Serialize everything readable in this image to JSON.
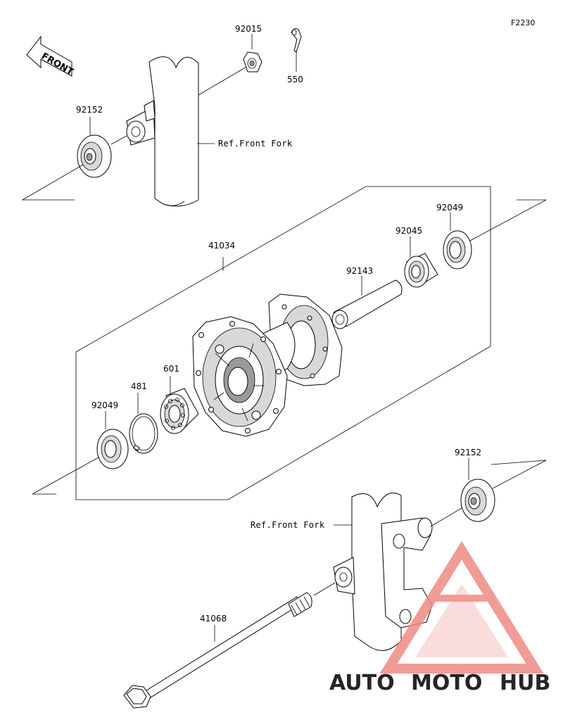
{
  "diagram": {
    "code": "F2230",
    "front_label": "FRONT",
    "parts": [
      {
        "id": "92015",
        "label": "92015"
      },
      {
        "id": "550",
        "label": "550"
      },
      {
        "id": "92152_top",
        "label": "92152"
      },
      {
        "id": "41034",
        "label": "41034"
      },
      {
        "id": "92049_top",
        "label": "92049"
      },
      {
        "id": "92045",
        "label": "92045"
      },
      {
        "id": "92143",
        "label": "92143"
      },
      {
        "id": "601",
        "label": "601"
      },
      {
        "id": "481",
        "label": "481"
      },
      {
        "id": "92049_bottom",
        "label": "92049"
      },
      {
        "id": "92152_bottom",
        "label": "92152"
      },
      {
        "id": "41068",
        "label": "41068"
      }
    ],
    "refs": {
      "fork_top": "Ref.Front Fork",
      "fork_bottom": "Ref.Front Fork"
    }
  },
  "watermark": {
    "part1": "AUTO",
    "part2": "MOTO",
    "part3": "HUB",
    "colors": {
      "part1": "#f5b23a",
      "part2": "#ef7a6a",
      "part3": "#6d6d6d",
      "triangle": "#ef8a86"
    }
  }
}
